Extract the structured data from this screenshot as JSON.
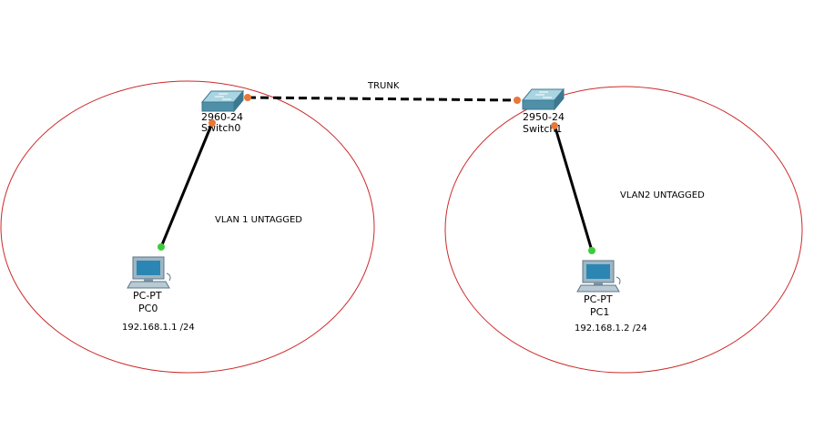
{
  "colors": {
    "background": "#ffffff",
    "area_ellipse": "#cc2a2a",
    "link_line": "#000000",
    "port_orange": "#e8783a",
    "port_green": "#3ccc3c",
    "switch_top": "#a9d4e2",
    "switch_front": "#4f8fa7",
    "switch_side": "#3d7890",
    "pc_body": "#9fb6c4",
    "pc_screen": "#2b86b3"
  },
  "trunk": {
    "label": "TRUNK"
  },
  "areas": [
    {
      "label": "VLAN 1 UNTAGGED"
    },
    {
      "label": "VLAN2 UNTAGGED"
    }
  ],
  "switches": [
    {
      "model": "2960-24",
      "name": "Switch0",
      "icon": "network-switch-icon"
    },
    {
      "model": "2950-24",
      "name": "Switch1",
      "icon": "network-switch-icon"
    }
  ],
  "pcs": [
    {
      "model": "PC-PT",
      "name": "PC0",
      "ip": "192.168.1.1 /24",
      "icon": "pc-icon"
    },
    {
      "model": "PC-PT",
      "name": "PC1",
      "ip": "192.168.1.2 /24",
      "icon": "pc-icon"
    }
  ]
}
